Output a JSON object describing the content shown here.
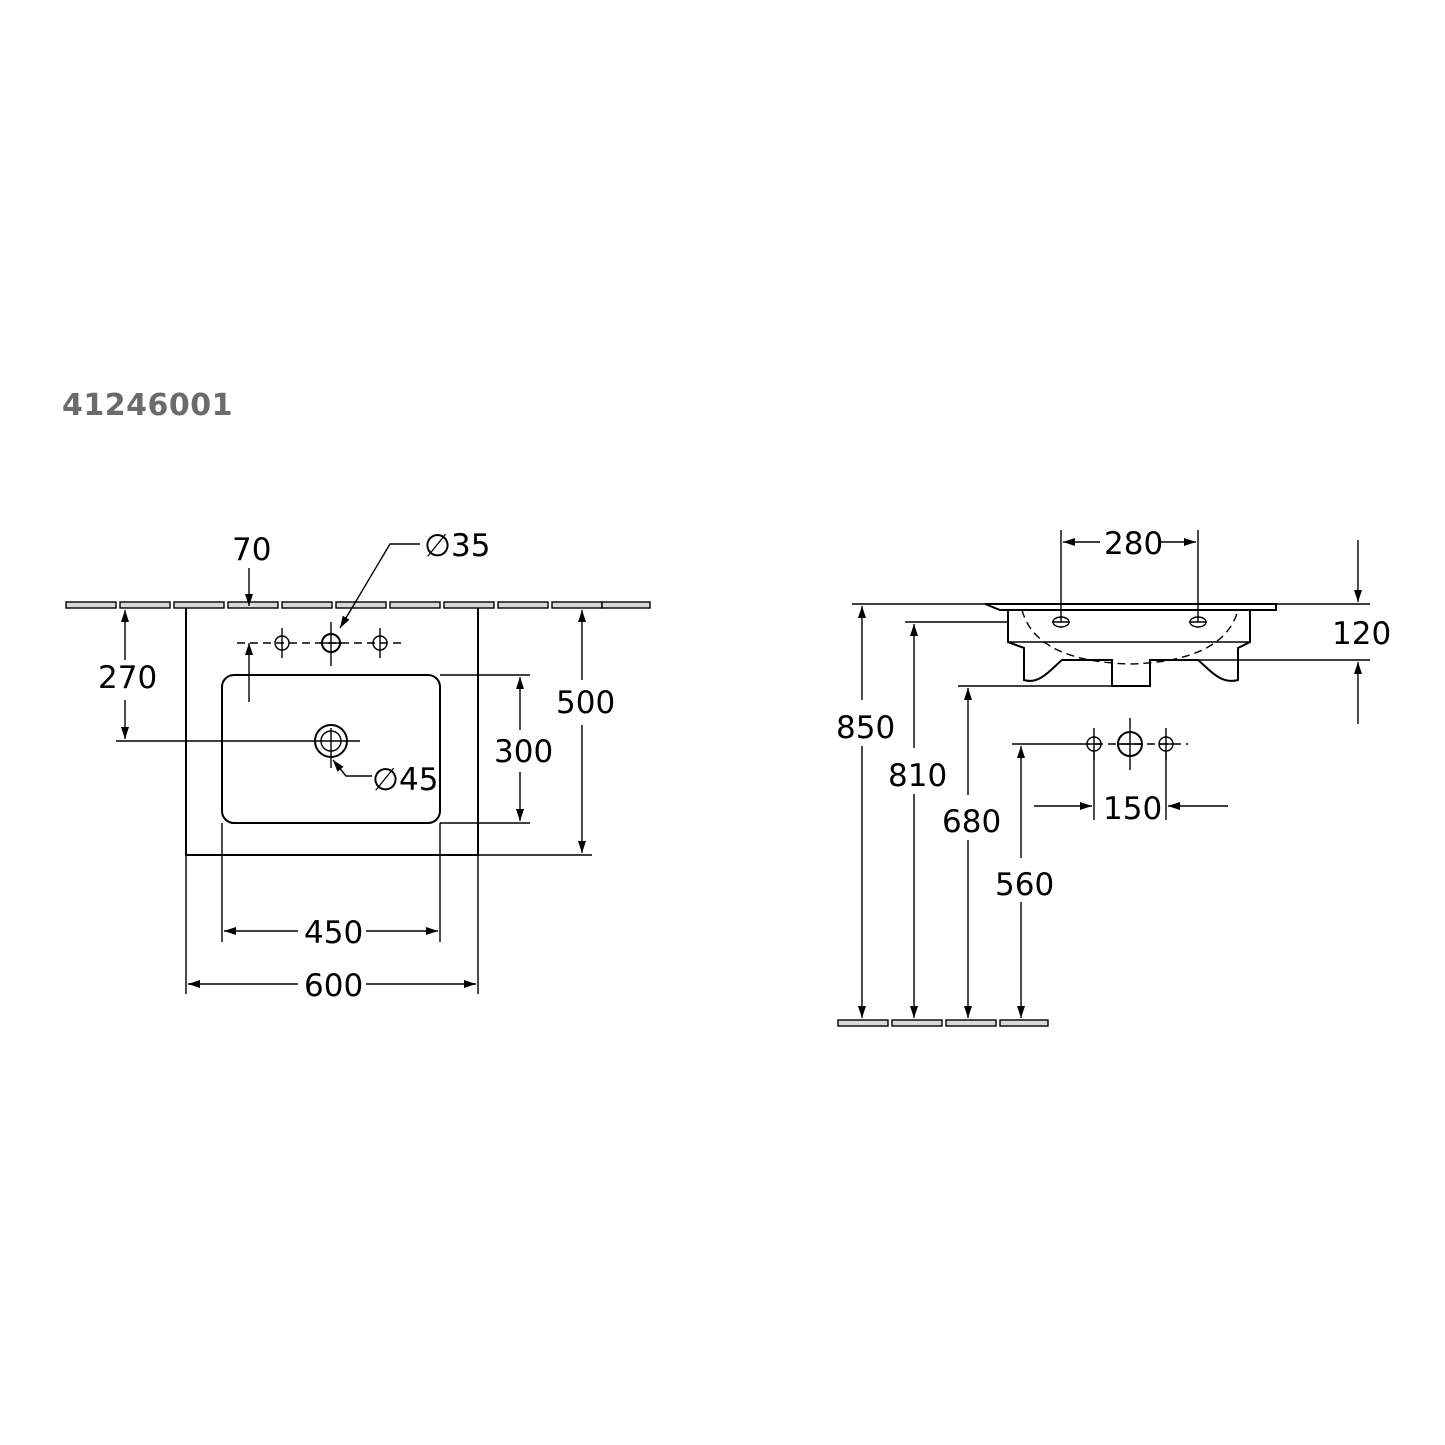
{
  "product_code": "41246001",
  "top_view": {
    "dim_tap_offset": "70",
    "dim_tap_hole": "∅35",
    "dim_drain_offset": "270",
    "dim_drain_hole": "∅45",
    "dim_depth_total": "500",
    "dim_bowl_depth": "300",
    "dim_bowl_width": "450",
    "dim_width_total": "600"
  },
  "side_view": {
    "dim_hole_spacing": "280",
    "dim_basin_height": "120",
    "dim_height_850": "850",
    "dim_height_810": "810",
    "dim_height_680": "680",
    "dim_height_560": "560",
    "dim_valve_spacing": "150"
  }
}
